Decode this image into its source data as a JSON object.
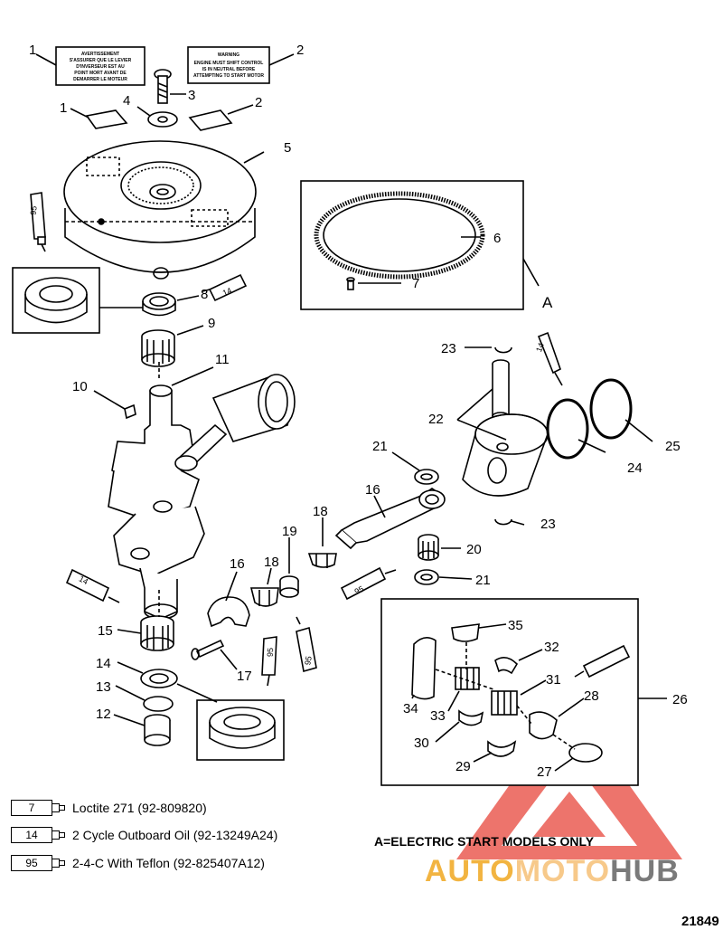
{
  "decals": {
    "left": [
      "AVERTISSEMENT",
      "S'ASSURER QUE LE LEVIER",
      "D'INVERSEUR EST AU",
      "POINT MORT AVANT DE",
      "DEMARRER LE MOTEUR"
    ],
    "right": [
      "WARNING",
      "ENGINE MUST SHIFT CONTROL",
      "IS IN NEUTRAL BEFORE",
      "ATTEMPTING TO START MOTOR"
    ]
  },
  "callouts": [
    "1",
    "2",
    "3",
    "4",
    "1",
    "2",
    "5",
    "6",
    "7",
    "A",
    "8",
    "9",
    "10",
    "11",
    "22",
    "23",
    "14",
    "25",
    "24",
    "21",
    "16",
    "23",
    "18",
    "19",
    "20",
    "18",
    "16",
    "21",
    "14",
    "95",
    "15",
    "14",
    "13",
    "12",
    "17",
    "95",
    "95",
    "35",
    "32",
    "95",
    "31",
    "28",
    "26",
    "34",
    "33",
    "30",
    "29",
    "27",
    "95"
  ],
  "tube_labels": [
    "95",
    "14",
    "14",
    "14",
    "95",
    "95",
    "95"
  ],
  "legend": [
    {
      "code": "7",
      "text": "Loctite 271 (92-809820)"
    },
    {
      "code": "14",
      "text": "2 Cycle Outboard Oil (92-13249A24)"
    },
    {
      "code": "95",
      "text": "2-4-C  With Teflon (92-825407A12)"
    }
  ],
  "note": "A=ELECTRIC START MODELS ONLY",
  "watermark": {
    "part1": "AUTO",
    "part2": "MOTO",
    "part3": "HUB"
  },
  "figure_number": "21849",
  "colors": {
    "watermark_red": "#e8463c",
    "watermark_orange": "#f2b441",
    "watermark_gray": "#7a7a7a"
  }
}
